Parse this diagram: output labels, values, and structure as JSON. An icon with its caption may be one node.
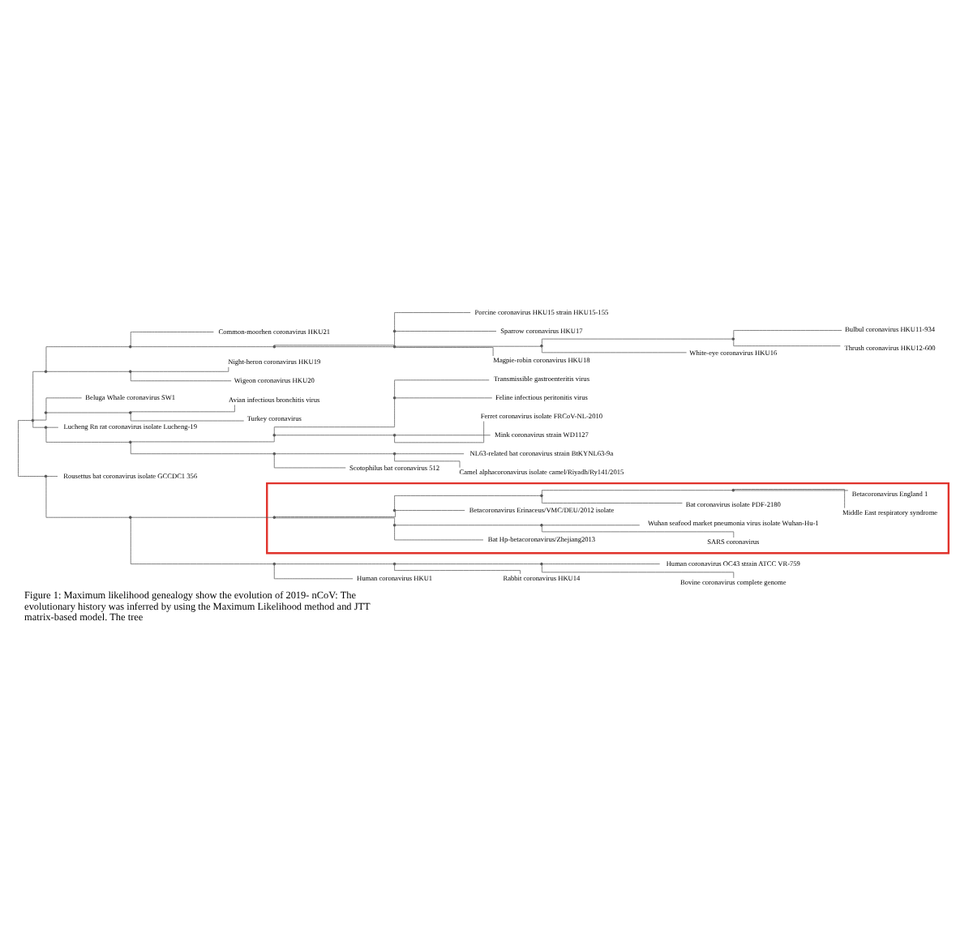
{
  "diagram": {
    "caption": "Figure 1: Maximum likelihood genealogy show the evolution of 2019- nCoV: The evolutionary history was inferred by using the Maximum Likelihood method and JTT matrix-based model. The tree",
    "nodes": [
      {
        "text": [],
        "shape": "box"
      },
      {
        "text": [
          "Thrush coronavirus HKU12-600"
        ]
      },
      {
        "text": [
          "Bulbul coronavirus HKU11-934"
        ]
      },
      {
        "text": [
          "White-eye coronavirus HKU16"
        ]
      },
      {
        "text": [
          "Magpie-robin coronavirus HKU18"
        ]
      },
      {
        "text": [
          "Sparrow coronavirus HKU17"
        ]
      },
      {
        "text": [
          "Porcine coronavirus HKU15 strain HKU15-155"
        ]
      },
      {
        "text": [
          "Common-moorhen coronavirus HKU21"
        ]
      },
      {
        "text": [
          "Night-heron coronavirus HKU19"
        ]
      },
      {
        "text": [
          "Wigeon coronavirus HKU20"
        ]
      },
      {
        "text": [
          "Avian infectious bronchitis virus"
        ]
      },
      {
        "text": [
          "Turkey coronavirus"
        ]
      },
      {
        "text": [
          "Beluga Whale coronavirus SW1"
        ]
      },
      {
        "text": [
          "Mink coronavirus strain WD1127"
        ]
      },
      {
        "text": [
          "Ferret coronavirus isolate FRCoV-NL-2010"
        ]
      },
      {
        "text": [
          "Feline infectious peritonitis virus"
        ]
      },
      {
        "text": [
          "Transmissible gastroenteritis virus"
        ]
      },
      {
        "text": [
          "Scotophilus bat coronavirus 512"
        ]
      },
      {
        "text": [
          "Camel alphacoronavirus isolate camel/Riyadh/Ry141/2015"
        ]
      },
      {
        "text": [
          "NL63-related bat coronavirus strain BtKYNL63-9a"
        ]
      },
      {
        "text": [
          "Lucheng Rn rat coronavirus isolate Lucheng-19"
        ]
      },
      {
        "text": [
          "Rousettus bat coronavirus isolate GCCDC1 356"
        ]
      },
      {
        "text": [
          "Bovine coronavirus complete genome"
        ]
      },
      {
        "text": [
          "Human coronavirus OC43 strain ATCC VR-759"
        ]
      },
      {
        "text": [
          "Rabbit coronavirus HKU14"
        ]
      },
      {
        "text": [
          "Human coronavirus HKU1"
        ]
      },
      {
        "text": [
          "SARS coronavirus"
        ],
        "in": 0
      },
      {
        "text": [
          "Wuhan seafood market pneumonia virus isolate Wuhan-Hu-1"
        ],
        "in": 0
      },
      {
        "text": [
          "Bat Hp-betacoronavirus/Zhejiang2013"
        ],
        "in": 0
      },
      {
        "text": [
          "Betacoronavirus Erinaceus/VMC/DEU/2012 isolate"
        ],
        "in": 0
      },
      {
        "text": [
          "Bat coronavirus isolate PDF-2180"
        ],
        "in": 0
      },
      {
        "text": [
          "Middle East respiratory syndrome"
        ],
        "in": 0
      },
      {
        "text": [
          "Betacoronavirus England 1"
        ],
        "in": 0
      },
      {
        "text": [],
        "shape": "point"
      },
      {
        "text": [],
        "shape": "point"
      },
      {
        "text": [],
        "shape": "point"
      },
      {
        "text": [],
        "shape": "point"
      },
      {
        "text": [],
        "shape": "point"
      },
      {
        "text": [],
        "shape": "point"
      },
      {
        "text": [],
        "shape": "point"
      },
      {
        "text": [],
        "shape": "point"
      },
      {
        "text": [],
        "shape": "point"
      },
      {
        "text": [],
        "shape": "point"
      },
      {
        "text": [],
        "shape": "point"
      },
      {
        "text": [],
        "shape": "point"
      },
      {
        "text": [],
        "shape": "point"
      },
      {
        "text": [],
        "shape": "point"
      },
      {
        "text": [],
        "shape": "point"
      },
      {
        "text": [],
        "shape": "point"
      },
      {
        "text": [],
        "shape": "point"
      },
      {
        "text": [],
        "shape": "point"
      },
      {
        "text": [],
        "shape": "point"
      },
      {
        "text": [],
        "shape": "point"
      },
      {
        "text": [],
        "shape": "point",
        "in": 0
      },
      {
        "text": [],
        "shape": "point",
        "in": 0
      },
      {
        "text": [],
        "shape": "point",
        "in": 0
      },
      {
        "text": [],
        "shape": "point",
        "in": 0
      },
      {
        "text": [],
        "shape": "point",
        "in": 0
      },
      {
        "text": [],
        "shape": "point",
        "in": 0
      },
      {
        "text": [],
        "shape": "point"
      },
      {
        "text": [],
        "shape": "point"
      },
      {
        "text": [],
        "shape": "point"
      }
    ],
    "edges": [
      {
        "from": 33,
        "to": 1,
        "arrow": "none"
      },
      {
        "from": 33,
        "to": 2,
        "arrow": "none"
      },
      {
        "from": 34,
        "to": 33,
        "arrow": "none"
      },
      {
        "from": 34,
        "to": 3,
        "arrow": "none"
      },
      {
        "from": 35,
        "to": 34,
        "arrow": "none"
      },
      {
        "from": 35,
        "to": 4,
        "arrow": "none"
      },
      {
        "from": 36,
        "to": 5,
        "arrow": "none"
      },
      {
        "from": 36,
        "to": 6,
        "arrow": "none"
      },
      {
        "from": 37,
        "to": 35,
        "arrow": "none"
      },
      {
        "from": 37,
        "to": 36,
        "arrow": "none"
      },
      {
        "from": 38,
        "to": 37,
        "arrow": "none"
      },
      {
        "from": 38,
        "to": 7,
        "arrow": "none"
      },
      {
        "from": 39,
        "to": 8,
        "arrow": "none"
      },
      {
        "from": 39,
        "to": 9,
        "arrow": "none"
      },
      {
        "from": 40,
        "to": 38,
        "arrow": "none"
      },
      {
        "from": 40,
        "to": 39,
        "arrow": "none"
      },
      {
        "from": 41,
        "to": 10,
        "arrow": "none"
      },
      {
        "from": 41,
        "to": 11,
        "arrow": "none"
      },
      {
        "from": 42,
        "to": 41,
        "arrow": "none"
      },
      {
        "from": 42,
        "to": 12,
        "arrow": "none"
      },
      {
        "from": 43,
        "to": 13,
        "arrow": "none"
      },
      {
        "from": 43,
        "to": 14,
        "arrow": "none"
      },
      {
        "from": 44,
        "to": 15,
        "arrow": "none"
      },
      {
        "from": 44,
        "to": 16,
        "arrow": "none"
      },
      {
        "from": 45,
        "to": 43,
        "arrow": "none"
      },
      {
        "from": 45,
        "to": 44,
        "arrow": "none"
      },
      {
        "from": 46,
        "to": 18,
        "arrow": "none"
      },
      {
        "from": 46,
        "to": 19,
        "arrow": "none"
      },
      {
        "from": 47,
        "to": 17,
        "arrow": "none"
      },
      {
        "from": 47,
        "to": 46,
        "arrow": "none"
      },
      {
        "from": 48,
        "to": 45,
        "arrow": "none"
      },
      {
        "from": 48,
        "to": 47,
        "arrow": "none"
      },
      {
        "from": 49,
        "to": 48,
        "arrow": "none"
      },
      {
        "from": 49,
        "to": 20,
        "arrow": "none"
      },
      {
        "from": 50,
        "to": 22,
        "arrow": "none"
      },
      {
        "from": 50,
        "to": 23,
        "arrow": "none"
      },
      {
        "from": 51,
        "to": 50,
        "arrow": "none"
      },
      {
        "from": 51,
        "to": 24,
        "arrow": "none"
      },
      {
        "from": 52,
        "to": 51,
        "arrow": "none"
      },
      {
        "from": 52,
        "to": 25,
        "arrow": "none"
      },
      {
        "from": 53,
        "to": 27,
        "arrow": "none"
      },
      {
        "from": 53,
        "to": 26,
        "arrow": "none"
      },
      {
        "from": 54,
        "to": 53,
        "arrow": "none"
      },
      {
        "from": 54,
        "to": 28,
        "arrow": "none"
      },
      {
        "from": 55,
        "to": 32,
        "arrow": "none"
      },
      {
        "from": 55,
        "to": 31,
        "arrow": "none"
      },
      {
        "from": 56,
        "to": 55,
        "arrow": "none"
      },
      {
        "from": 56,
        "to": 30,
        "arrow": "none"
      },
      {
        "from": 57,
        "to": 56,
        "arrow": "none"
      },
      {
        "from": 57,
        "to": 29,
        "arrow": "none"
      },
      {
        "from": 58,
        "to": 57,
        "arrow": "none"
      },
      {
        "from": 58,
        "to": 54,
        "arrow": "none"
      },
      {
        "from": 59,
        "to": 58,
        "arrow": "none"
      },
      {
        "from": 59,
        "to": 52,
        "arrow": "none"
      },
      {
        "from": 60,
        "to": 59,
        "arrow": "none"
      },
      {
        "from": 60,
        "to": 21,
        "arrow": "none"
      },
      {
        "from": 61,
        "to": 40,
        "arrow": "none"
      },
      {
        "from": 61,
        "to": 42,
        "arrow": "none"
      },
      {
        "from": 61,
        "to": 49,
        "arrow": "none"
      },
      {
        "from": 61,
        "to": 60,
        "arrow": "none"
      }
    ]
  }
}
